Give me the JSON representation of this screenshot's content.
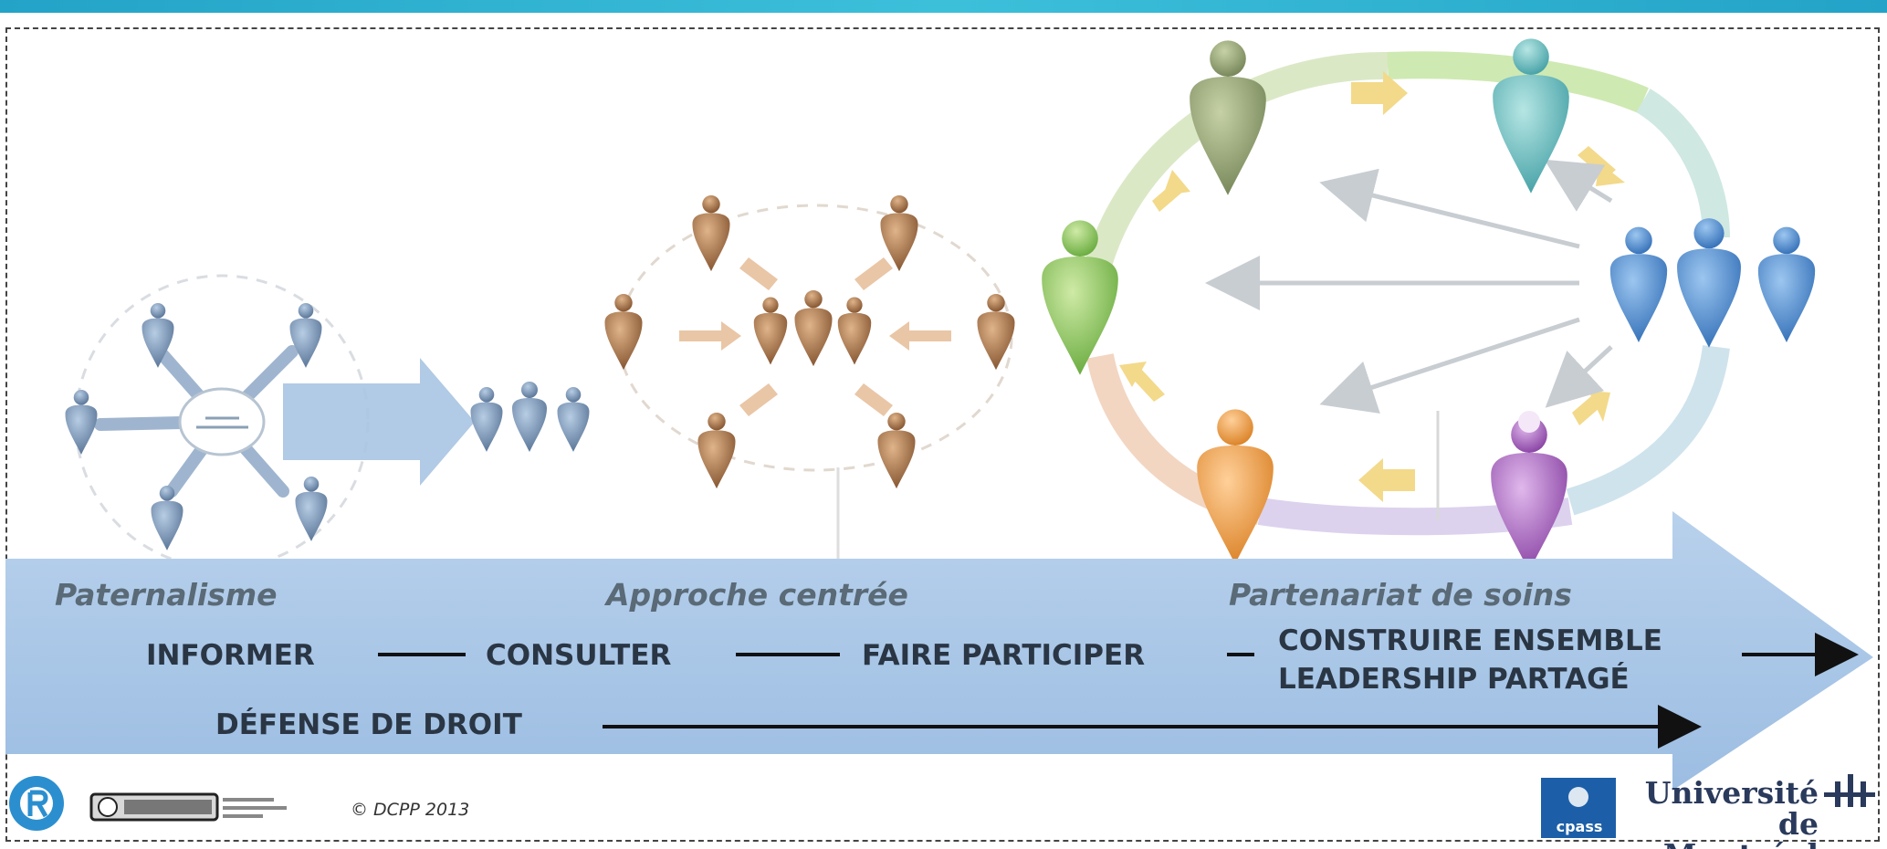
{
  "stages": {
    "paternalisme": "Paternalisme",
    "approche": "Approche centrée",
    "partenariat": "Partenariat de soins"
  },
  "steps": {
    "informer": "INFORMER",
    "consulter": "CONSULTER",
    "faire": "FAIRE PARTICIPER",
    "construire": "CONSTRUIRE ENSEMBLE",
    "leadership": "LEADERSHIP PARTAGÉ",
    "defense": "DÉFENSE DE DROIT"
  },
  "footer": {
    "copyright": "© DCPP 2013",
    "cpass": "cpass",
    "university_line1": "Université",
    "university_line2": "de Montréal"
  },
  "icons": {
    "left_logo": "r-logo-icon",
    "license": "creative-commons-badge",
    "cpass": "cpass-logo",
    "udem": "udem-logo"
  },
  "colors": {
    "main_arrow": "#a8c6e6",
    "paternal_people": "#5d7796",
    "approach_people": "#8c5a33",
    "partner_olive": "#8a9a6a",
    "partner_teal": "#5ab5b8",
    "partner_blue": "#3f82c9",
    "partner_green": "#82c052",
    "partner_orange": "#e8902c",
    "partner_purple": "#9a4fb0",
    "topbar": "#2bb0cf"
  }
}
